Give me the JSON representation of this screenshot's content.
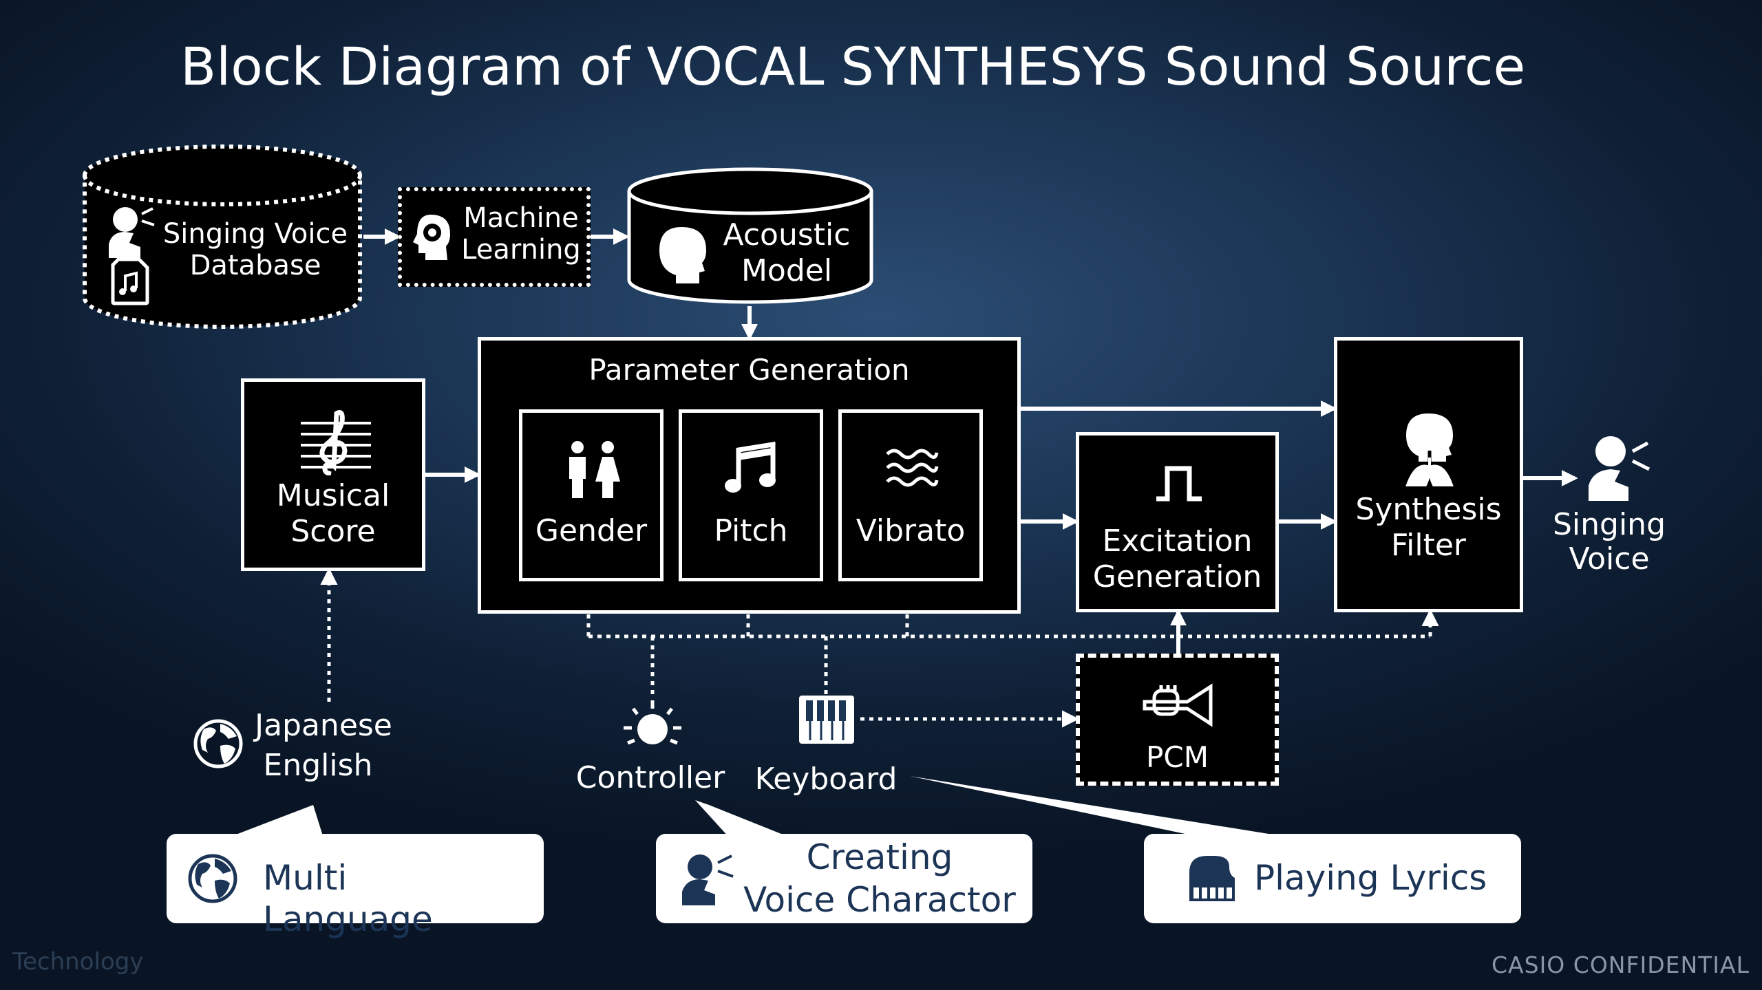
{
  "title": "Block Diagram of VOCAL SYNTHESYS Sound Source",
  "nodes": {
    "singing_voice_database": {
      "line1": "Singing Voice",
      "line2": "Database"
    },
    "machine_learning": {
      "line1": "Machine",
      "line2": "Learning"
    },
    "acoustic_model": {
      "line1": "Acoustic",
      "line2": "Model"
    },
    "parameter_generation": {
      "title": "Parameter Generation",
      "gender": "Gender",
      "pitch": "Pitch",
      "vibrato": "Vibrato"
    },
    "musical_score": {
      "line1": "Musical",
      "line2": "Score"
    },
    "excitation_generation": {
      "line1": "Excitation",
      "line2": "Generation"
    },
    "synthesis_filter": {
      "line1": "Synthesis",
      "line2": "Filter"
    },
    "singing_voice": {
      "line1": "Singing",
      "line2": "Voice"
    },
    "pcm": {
      "label": "PCM"
    },
    "languages": {
      "line1": "Japanese",
      "line2": "English"
    },
    "controller": {
      "label": "Controller"
    },
    "keyboard": {
      "label": "Keyboard"
    }
  },
  "callouts": {
    "multi_language": "Multi Language",
    "creating_voice": {
      "line1": "Creating",
      "line2": "Voice Charactor"
    },
    "playing_lyrics": "Playing Lyrics"
  },
  "icons": [
    "singing-head-icon",
    "music-file-icon",
    "gear-head-icon",
    "head-silhouette-icon",
    "gender-icon",
    "music-note-icon",
    "wave-icon",
    "treble-clef-icon",
    "pulse-icon",
    "throat-anatomy-icon",
    "globe-icon",
    "controller-knob-icon",
    "keyboard-icon",
    "trumpet-icon",
    "piano-icon"
  ],
  "footer": {
    "left": "Technology",
    "right": "CASIO CONFIDENTIAL"
  },
  "colors": {
    "background": "#1b3554",
    "box": "#000000",
    "callout_text": "#1c3556"
  }
}
